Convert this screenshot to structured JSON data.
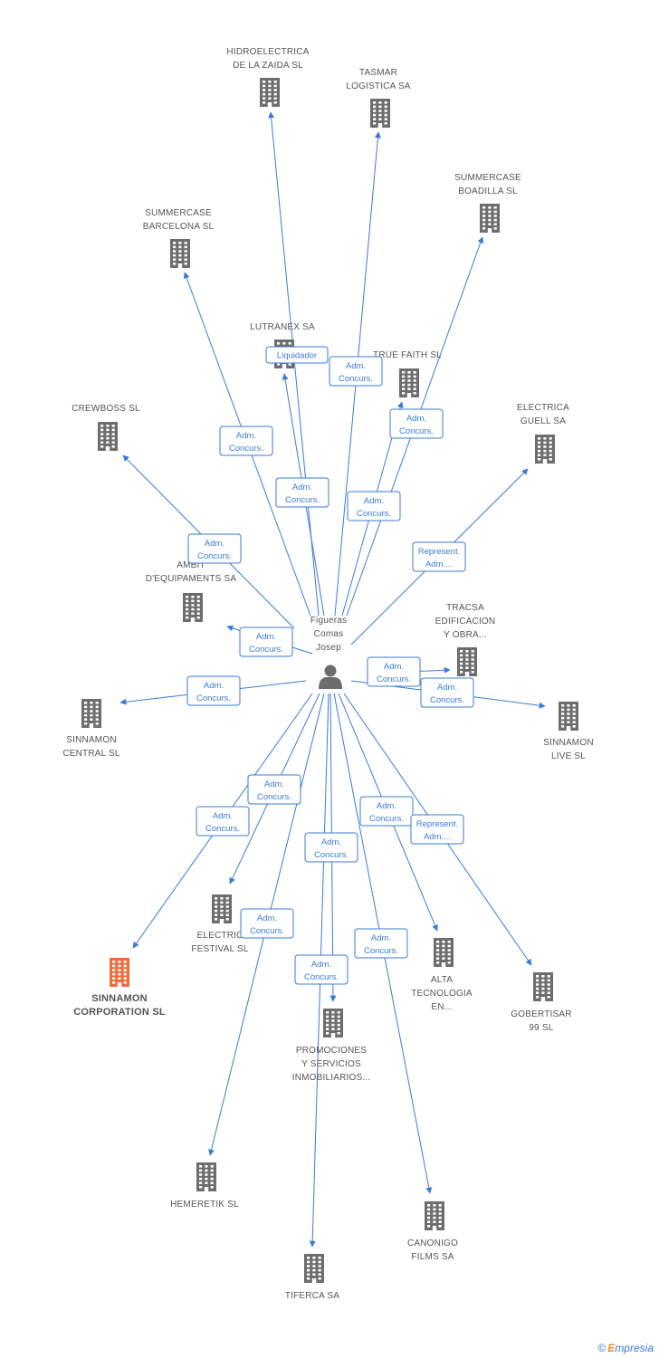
{
  "person": {
    "lines": [
      "Figueras",
      "Comas",
      "Josep"
    ]
  },
  "companies": [
    {
      "id": "hidroelectrica",
      "lines": [
        "HIDROELECTRICA",
        "DE LA ZAIDA SL"
      ],
      "focus": false
    },
    {
      "id": "tasmar",
      "lines": [
        "TASMAR",
        "LOGISTICA SA"
      ],
      "focus": false
    },
    {
      "id": "summercase-boadilla",
      "lines": [
        "SUMMERCASE",
        "BOADILLA SL"
      ],
      "focus": false
    },
    {
      "id": "summercase-barcelona",
      "lines": [
        "SUMMERCASE",
        "BARCELONA SL"
      ],
      "focus": false
    },
    {
      "id": "lutranex",
      "lines": [
        "LUTRANEX SA"
      ],
      "focus": false
    },
    {
      "id": "true-faith",
      "lines": [
        "TRUE FAITH SL"
      ],
      "focus": false
    },
    {
      "id": "crewboss",
      "lines": [
        "CREWBOSS SL"
      ],
      "focus": false
    },
    {
      "id": "electrica-guell",
      "lines": [
        "ELECTRICA",
        "GUELL SA"
      ],
      "focus": false
    },
    {
      "id": "ambit",
      "lines": [
        "AMBIT",
        "D'EQUIPAMENTS SA"
      ],
      "focus": false
    },
    {
      "id": "tracsa",
      "lines": [
        "TRACSA",
        "EDIFICACION",
        "Y OBRA..."
      ],
      "focus": false
    },
    {
      "id": "sinnamon-central",
      "lines": [
        "SINNAMON",
        "CENTRAL SL"
      ],
      "focus": false
    },
    {
      "id": "sinnamon-live",
      "lines": [
        "SINNAMON",
        "LIVE SL"
      ],
      "focus": false
    },
    {
      "id": "electric-festival",
      "lines": [
        "ELECTRIC",
        "FESTIVAL SL"
      ],
      "focus": false
    },
    {
      "id": "sinnamon-corporation",
      "lines": [
        "SINNAMON",
        "CORPORATION SL"
      ],
      "focus": true
    },
    {
      "id": "alta-tecnologia",
      "lines": [
        "ALTA",
        "TECNOLOGIA",
        "EN..."
      ],
      "focus": false
    },
    {
      "id": "gobertisar",
      "lines": [
        "GOBERTISAR",
        "99  SL"
      ],
      "focus": false
    },
    {
      "id": "promociones",
      "lines": [
        "PROMOCIONES",
        "Y SERVICIOS",
        "INMOBILIARIOS..."
      ],
      "focus": false
    },
    {
      "id": "hemeretik",
      "lines": [
        "HEMERETIK SL"
      ],
      "focus": false
    },
    {
      "id": "canonigo",
      "lines": [
        "CANONIGO",
        "FILMS SA"
      ],
      "focus": false
    },
    {
      "id": "tiferca",
      "lines": [
        "TIFERCA SA"
      ],
      "focus": false
    }
  ],
  "relations": [
    {
      "target": "hidroelectrica",
      "lines": [
        "Liquidador"
      ]
    },
    {
      "target": "tasmar",
      "lines": [
        "Adm.",
        "Concurs."
      ]
    },
    {
      "target": "summercase-boadilla",
      "lines": [
        "Adm.",
        "Concurs."
      ]
    },
    {
      "target": "summercase-barcelona",
      "lines": [
        "Adm.",
        "Concurs."
      ]
    },
    {
      "target": "lutranex",
      "lines": [
        "Adm.",
        "Concurs."
      ]
    },
    {
      "target": "true-faith",
      "lines": [
        "Adm.",
        "Concurs."
      ]
    },
    {
      "target": "crewboss",
      "lines": [
        "Adm.",
        "Concurs."
      ]
    },
    {
      "target": "electrica-guell",
      "lines": [
        "Represent.",
        "Adm...."
      ]
    },
    {
      "target": "ambit",
      "lines": [
        "Adm.",
        "Concurs."
      ]
    },
    {
      "target": "tracsa",
      "lines": [
        "Adm.",
        "Concurs."
      ]
    },
    {
      "target": "sinnamon-central",
      "lines": [
        "Adm.",
        "Concurs."
      ]
    },
    {
      "target": "sinnamon-live",
      "lines": [
        "Adm.",
        "Concurs."
      ]
    },
    {
      "target": "electric-festival",
      "lines": [
        "Adm.",
        "Concurs."
      ]
    },
    {
      "target": "sinnamon-corporation",
      "lines": [
        "Adm.",
        "Concurs."
      ]
    },
    {
      "target": "alta-tecnologia",
      "lines": [
        "Adm.",
        "Concurs."
      ]
    },
    {
      "target": "gobertisar",
      "lines": [
        "Represent.",
        "Adm...."
      ]
    },
    {
      "target": "promociones",
      "lines": [
        "Adm.",
        "Concurs."
      ]
    },
    {
      "target": "hemeretik",
      "lines": [
        "Adm.",
        "Concurs."
      ]
    },
    {
      "target": "canonigo",
      "lines": [
        "Adm.",
        "Concurs."
      ]
    },
    {
      "target": "tiferca",
      "lines": [
        "Adm.",
        "Concurs."
      ]
    }
  ],
  "colors": {
    "edge": "#3a7bd5",
    "building": "#6d6d6d",
    "focus_building": "#f26b3a",
    "person": "#6d6d6d"
  },
  "icons": {
    "company": "building-icon",
    "person": "person-icon"
  },
  "brand": {
    "copyright": "©",
    "initial": "E",
    "rest": "mpresia"
  }
}
